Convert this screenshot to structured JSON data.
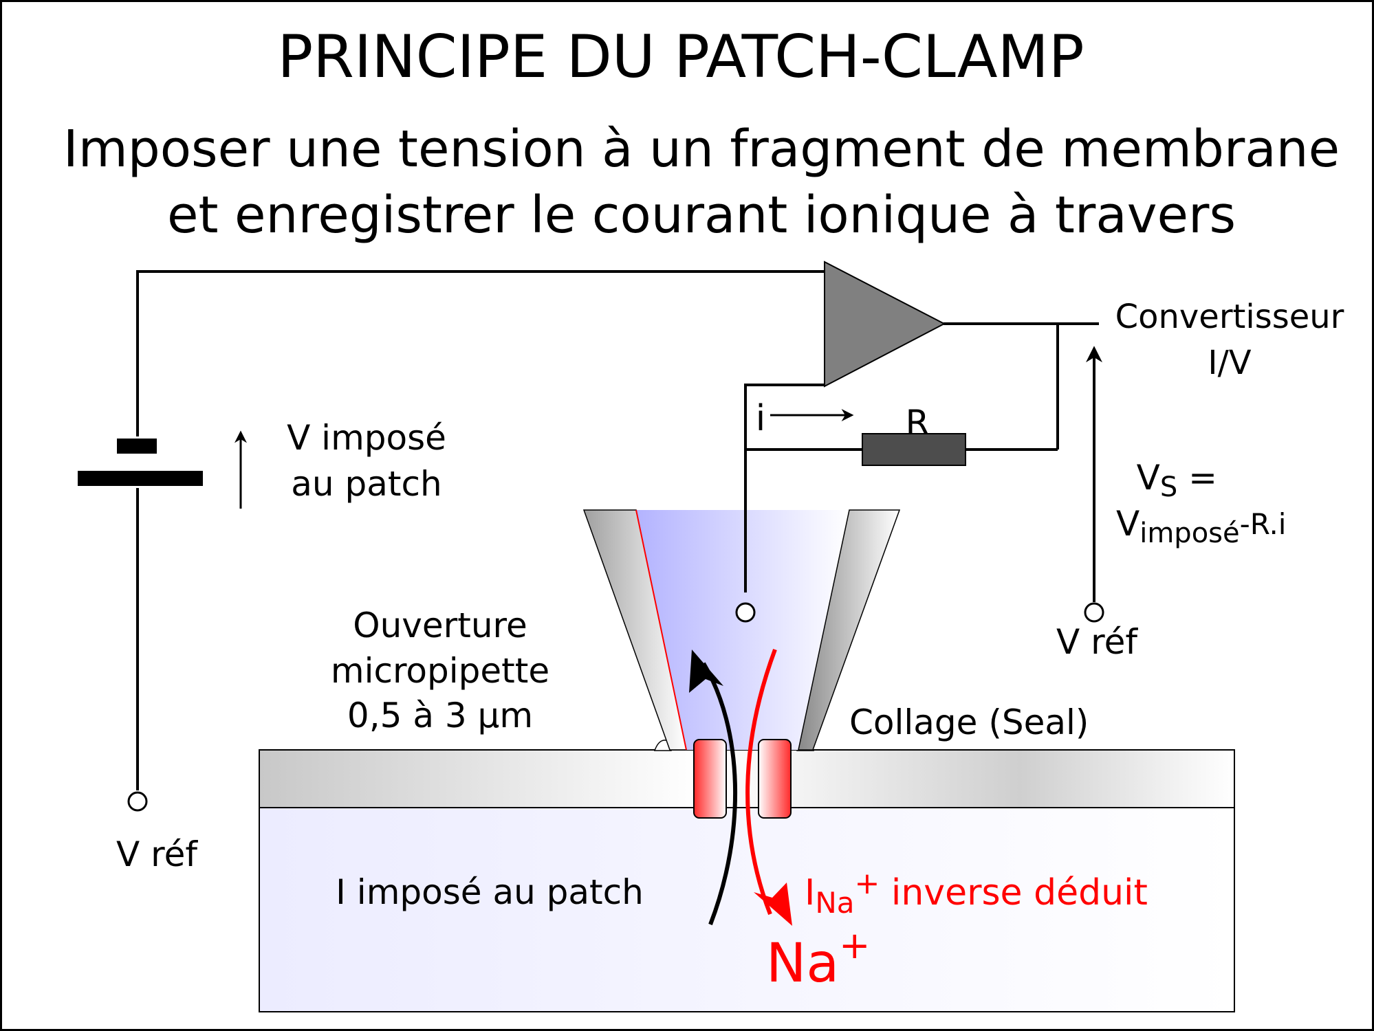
{
  "title": "PRINCIPE DU PATCH-CLAMP",
  "subtitle": {
    "line1": "Imposer une tension à un fragment de membrane",
    "line2": "et enregistrer le courant ionique à travers"
  },
  "battery_label": {
    "line1": "V imposé",
    "line2": "au patch"
  },
  "vref_left": "V réf",
  "vref_right": "V réf",
  "converter": {
    "line1": "Convertisseur",
    "line2": "I/V"
  },
  "current_label": "i",
  "resistor_label": "R",
  "output_formula": {
    "line1_main": "V",
    "line1_sub": "S",
    "line1_rest": " =",
    "line2_main": "V",
    "line2_sub": "imposé",
    "line2_rest": "-R.i"
  },
  "pipette_opening": {
    "line1": "Ouverture",
    "line2": "micropipette",
    "line3": "0,5 à 3 µm"
  },
  "seal_label": "Collage (Seal)",
  "imposed_current_label": "I imposé au patch",
  "deduced_current": {
    "main": "I",
    "sub": "Na",
    "sup": "+",
    "rest": " inverse déduit"
  },
  "ion": {
    "main": "Na",
    "sup": "+"
  },
  "colors": {
    "wire": "#000000",
    "amplifier": "#808080",
    "resistor": "#4d4d4d",
    "channel": "#ff2a2a",
    "sodium": "#ff0000",
    "pipette_fill": "#b3b3ff",
    "membrane": "#c8c8c8",
    "cytoplasm": "#ececff"
  }
}
